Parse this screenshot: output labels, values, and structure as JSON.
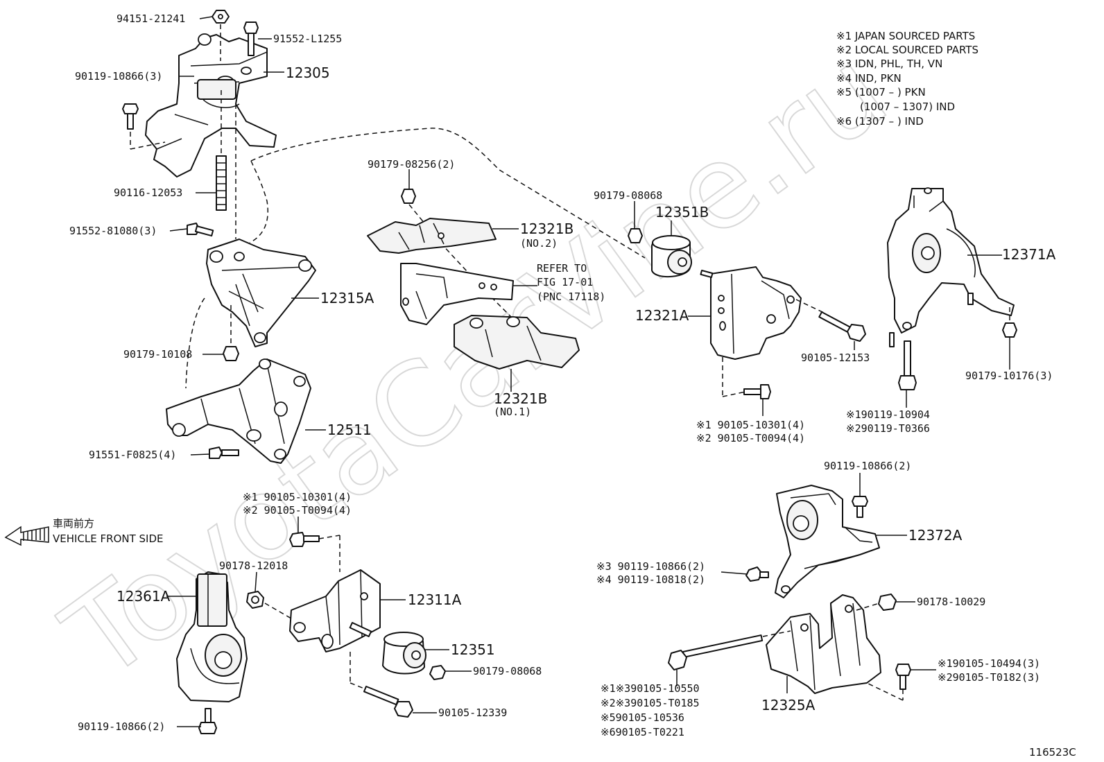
{
  "watermark": "ToyotaCarVine.ru",
  "figure_id": "116523C",
  "legend_notes": [
    "※1 JAPAN SOURCED PARTS",
    "※2 LOCAL SOURCED PARTS",
    "※3 IDN, PHL, TH, VN",
    "※4 IND, PKN",
    "※5 (1007 –       ) PKN",
    "(1007 – 1307) IND",
    "※6 (1307 –       ) IND"
  ],
  "front_label": {
    "jp": "車両前方",
    "en": "VEHICLE FRONT SIDE"
  },
  "refer": {
    "line1": "REFER TO",
    "line2": "FIG 17-01",
    "line3": "(PNC 17118)"
  },
  "labels": {
    "p94151": "94151-21241",
    "p91552_l": "91552-L1255",
    "p90119_3": "90119-10866(3)",
    "p12305": "12305",
    "p90116": "90116-12053",
    "p91552_8": "91552-81080(3)",
    "p12315a": "12315A",
    "p90179_10108": "90179-10108",
    "p12511": "12511",
    "p91551": "91551-F0825(4)",
    "p90179_08256": "90179-08256(2)",
    "p12321b_top": "12321B",
    "p12321b_top_sub": "(NO.2)",
    "p12321b_bot": "12321B",
    "p12321b_bot_sub": "(NO.1)",
    "p90179_08068_top": "90179-08068",
    "p12351b": "12351B",
    "p12321a": "12321A",
    "p90105_12153": "90105-12153",
    "p90105_10301_r1": "※1  90105-10301(4)",
    "p90105_t0094_r2": "※2  90105-T0094(4)",
    "p12371a": "12371A",
    "p90179_10176": "90179-10176(3)",
    "p90119_10904": "※190119-10904",
    "p90119_t0366": "※290119-T0366",
    "p90105_10301_l1": "※1  90105-10301(4)",
    "p90105_t0094_l2": "※2  90105-T0094(4)",
    "p90178_12018": "90178-12018",
    "p12361a": "12361A",
    "p12311a": "12311A",
    "p12351": "12351",
    "p90179_08068_bot": "90179-08068",
    "p90105_12339": "90105-12339",
    "p90119_10866_2_bot": "90119-10866(2)",
    "p90119_10866_2_r": "90119-10866(2)",
    "p12372a": "12372A",
    "p90119_10866_s3": "※3  90119-10866(2)",
    "p90119_10818_s4": "※4  90119-10818(2)",
    "p90178_10029": "90178-10029",
    "p90105_10494": "※190105-10494(3)",
    "p90105_t0182": "※290105-T0182(3)",
    "p12325a": "12325A",
    "p90105_10550": "※1※390105-10550",
    "p90105_t0185": "※2※390105-T0185",
    "p90105_10536": "※590105-10536",
    "p90105_t0221": "※690105-T0221"
  }
}
